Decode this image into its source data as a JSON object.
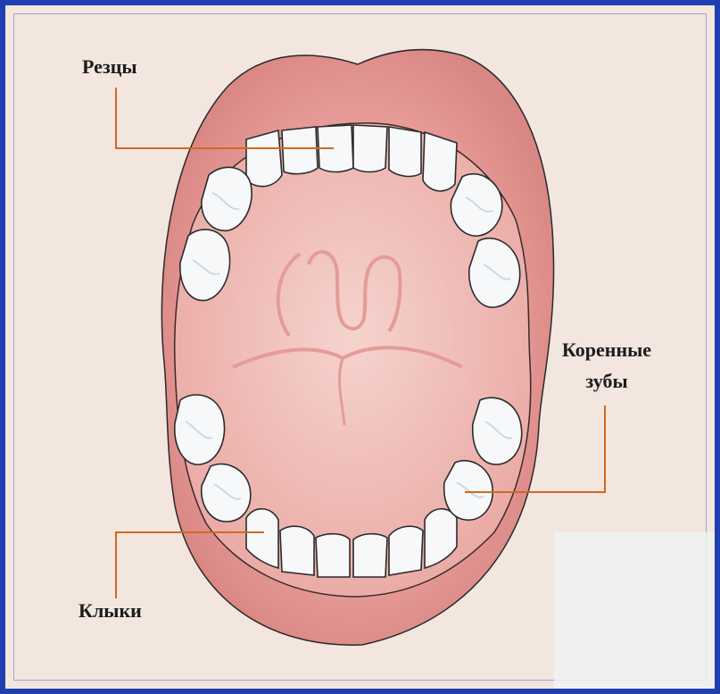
{
  "labels": {
    "incisors": "Резцы",
    "molars_line1": "Коренные",
    "molars_line2": "зубы",
    "canines": "Клыки"
  },
  "colors": {
    "frame": "#1f3fb0",
    "background": "#f3e6df",
    "lips": "#de8c8a",
    "gums": "#e9a8a5",
    "mouth_interior": "#f2c7c2",
    "tooth": "#f7f8f9",
    "leader_line": "#d2691e"
  }
}
